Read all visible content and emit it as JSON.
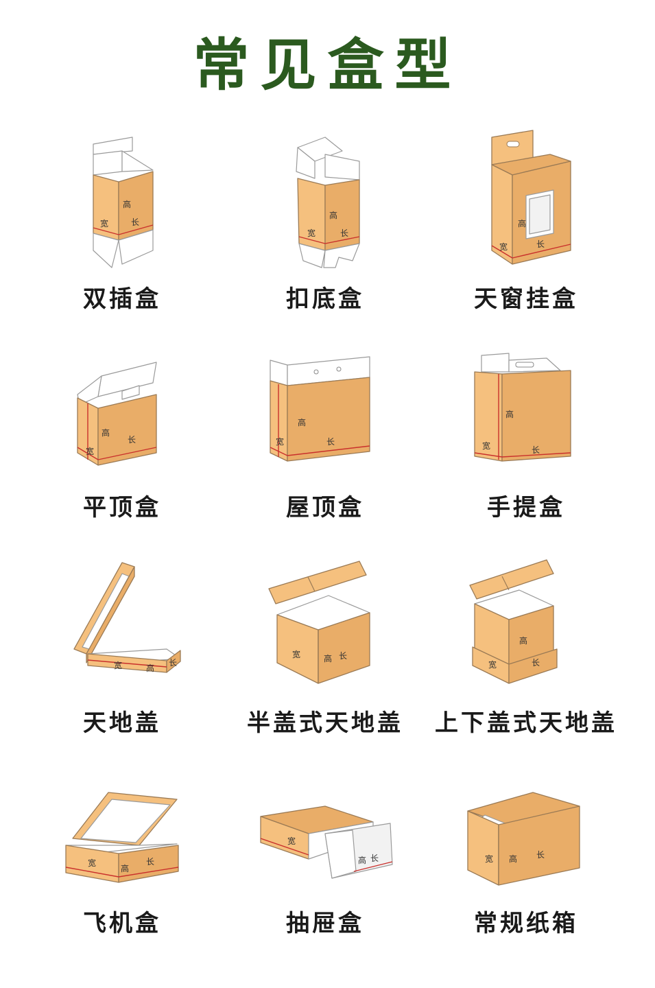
{
  "title": "常见盒型",
  "dimension_labels": {
    "width": "宽",
    "height": "高",
    "length": "长"
  },
  "boxes": [
    {
      "name": "双插盒"
    },
    {
      "name": "扣底盒"
    },
    {
      "name": "天窗挂盒"
    },
    {
      "name": "平顶盒"
    },
    {
      "name": "屋顶盒"
    },
    {
      "name": "手提盒"
    },
    {
      "name": "天地盖"
    },
    {
      "name": "半盖式天地盖"
    },
    {
      "name": "上下盖式天地盖"
    },
    {
      "name": "飞机盒"
    },
    {
      "name": "抽屉盒"
    },
    {
      "name": "常规纸箱"
    }
  ],
  "colors": {
    "title": "#2b5a1f",
    "cardboard": "#f5c07e",
    "edge_line": "#c9302c"
  }
}
